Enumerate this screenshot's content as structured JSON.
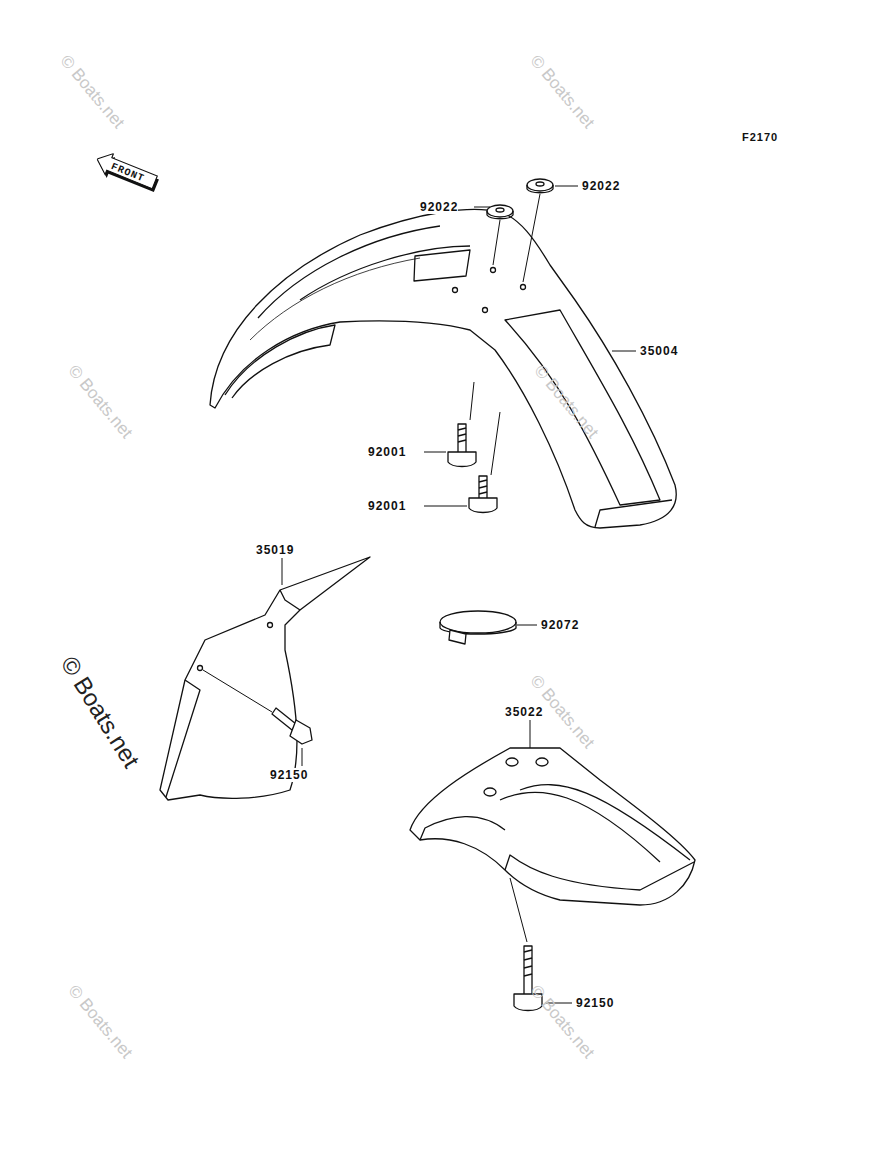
{
  "diagram": {
    "nodes": [
      {
        "text": [
          "FRONT"
        ]
      }
    ],
    "labels": [
      "F2170",
      "92022",
      "92022",
      "35004",
      "92001",
      "92001",
      "35019",
      "92072",
      "92150",
      "35022",
      "92150",
      "© Boats.net",
      "© Boats.net",
      "© Boats.net",
      "© Boats.net",
      "© Boats.net",
      "© Boats.net",
      "© Boats.net",
      "© Boats.net"
    ]
  }
}
